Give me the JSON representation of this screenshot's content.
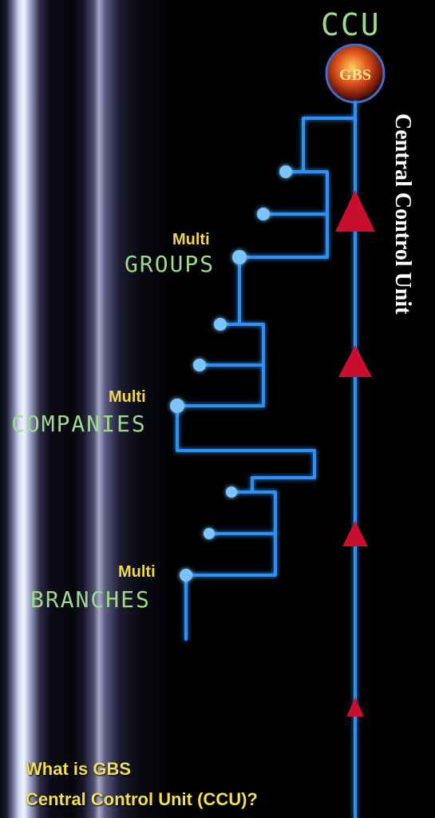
{
  "title_ccu": "CCU",
  "logo_text": "GBS",
  "vertical_label": "Central Control Unit",
  "labels": {
    "multi_groups": "Multi",
    "groups": "GROUPS",
    "multi_companies": "Multi",
    "companies": "COMPANIES",
    "multi_branches": "Multi",
    "branches": "BRANCHES"
  },
  "question": {
    "line1": "What is GBS",
    "line2": "Central Control Unit (CCU)?"
  },
  "colors": {
    "line": "#2e8ff5",
    "arrow": "#c8102e",
    "lcd_text": "#9fd98c",
    "multi_text": "#f0d84a"
  }
}
